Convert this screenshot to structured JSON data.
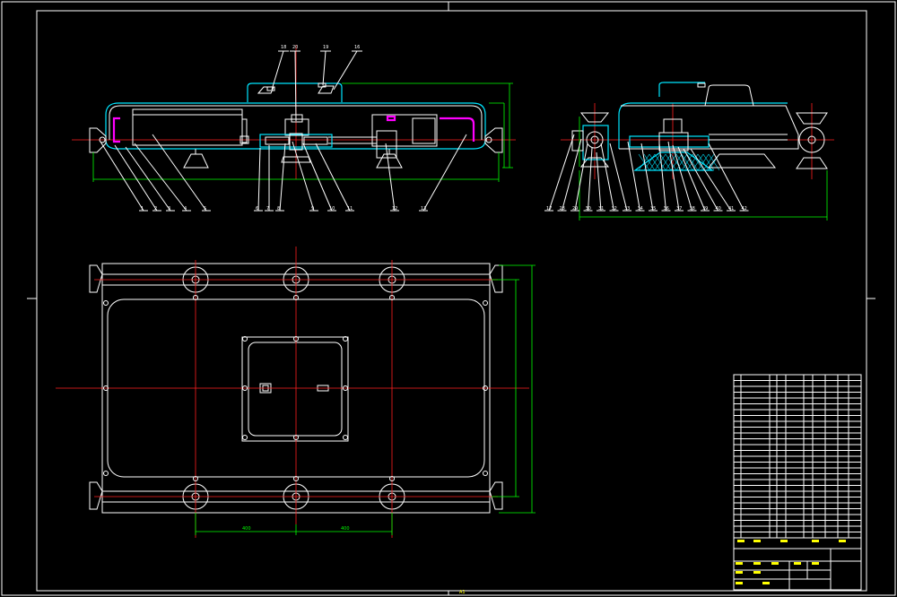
{
  "drawing": {
    "colors": {
      "background": "#000000",
      "outline": "#ffffff",
      "housing": "#00e5ff",
      "centerline": "#ff2020",
      "dimension": "#00ff00",
      "highlight": "#ff00ff",
      "title_text": "#ffff00"
    },
    "front_view_callouts": [
      "1",
      "2",
      "3",
      "4",
      "5",
      "6",
      "7",
      "8",
      "9",
      "10",
      "11",
      "12",
      "13"
    ],
    "front_view_top_callouts": [
      "18",
      "20",
      "19",
      "16"
    ],
    "side_view_callouts": [
      "17",
      "28",
      "29",
      "30",
      "31",
      "32",
      "33",
      "34",
      "35",
      "36",
      "37",
      "38",
      "39",
      "40",
      "41",
      "42"
    ],
    "plan_view_dims": [
      "400",
      "400"
    ],
    "sheet_mark": "A1"
  }
}
